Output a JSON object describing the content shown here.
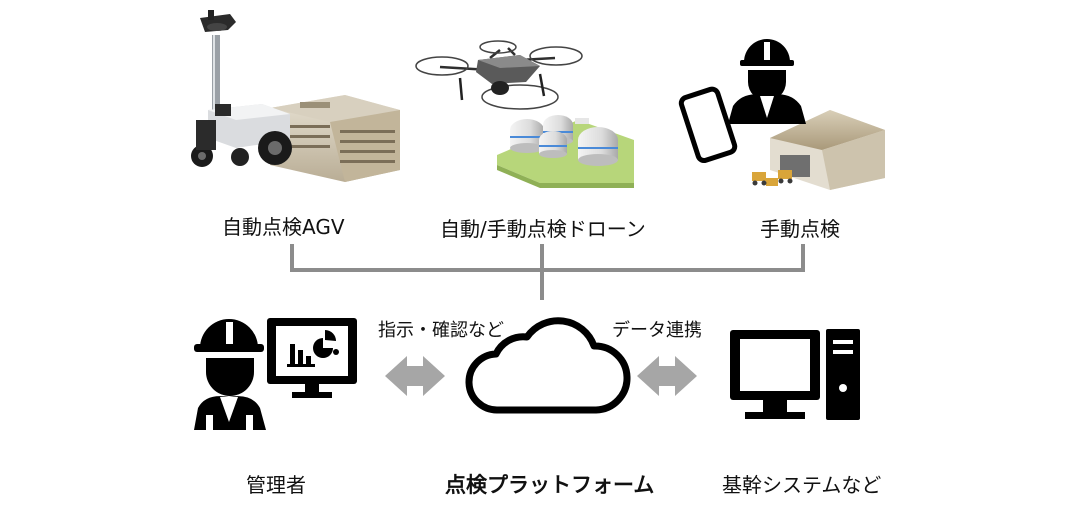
{
  "top_labels": {
    "agv": "自動点検AGV",
    "drone": "自動/手動点検ドローン",
    "manual": "手動点検"
  },
  "arrows": {
    "left_label": "指示・確認など",
    "right_label": "データ連携"
  },
  "bottom_labels": {
    "admin": "管理者",
    "platform": "点検プラットフォーム",
    "system": "基幹システムなど"
  },
  "colors": {
    "connector": "#8c8c8c",
    "arrow": "#a6a6a6",
    "icon": "#000000"
  },
  "icons": [
    "agv-robot-icon",
    "drone-icon",
    "worker-tablet-icon",
    "admin-worker-icon",
    "monitor-chart-icon",
    "cloud-icon",
    "computer-icon"
  ]
}
